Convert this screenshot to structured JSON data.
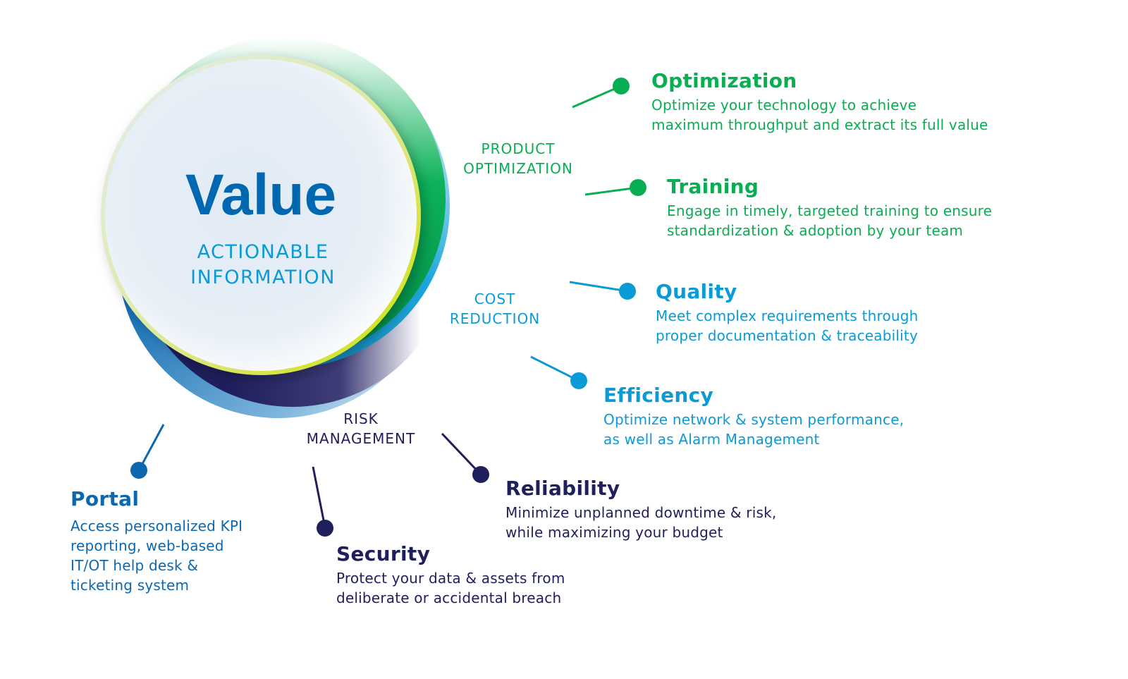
{
  "center": {
    "title": "Value",
    "subtitle_line1": "ACTIONABLE",
    "subtitle_line2": "INFORMATION"
  },
  "categories": [
    {
      "line1": "PRODUCT",
      "line2": "OPTIMIZATION"
    },
    {
      "line1": "COST",
      "line2": "REDUCTION"
    },
    {
      "line1": "RISK",
      "line2": "MANAGEMENT"
    }
  ],
  "items": [
    {
      "title": "Optimization",
      "line1": "Optimize your technology to achieve",
      "line2": "maximum throughput and extract its full value"
    },
    {
      "title": "Training",
      "line1": "Engage in timely, targeted training to ensure",
      "line2": "standardization & adoption by your team"
    },
    {
      "title": "Quality",
      "line1": "Meet complex requirements through",
      "line2": "proper documentation & traceability"
    },
    {
      "title": "Efficiency",
      "line1": "Optimize network & system performance,",
      "line2": "as well as Alarm Management"
    },
    {
      "title": "Reliability",
      "line1": "Minimize unplanned downtime & risk,",
      "line2": "while maximizing your budget"
    },
    {
      "title": "Security",
      "line1": "Protect your data & assets from",
      "line2": "deliberate or accidental breach"
    },
    {
      "title": "Portal",
      "line1": "Access personalized KPI",
      "line2": "reporting, web-based",
      "line3": "IT/OT help desk &",
      "line4": "ticketing system"
    }
  ],
  "colors": {
    "green": "#0aae52",
    "light_blue": "#0a9ad6",
    "dark_blue": "#0b68b0",
    "navy": "#1f1f5c",
    "rim": "#cfe000"
  }
}
